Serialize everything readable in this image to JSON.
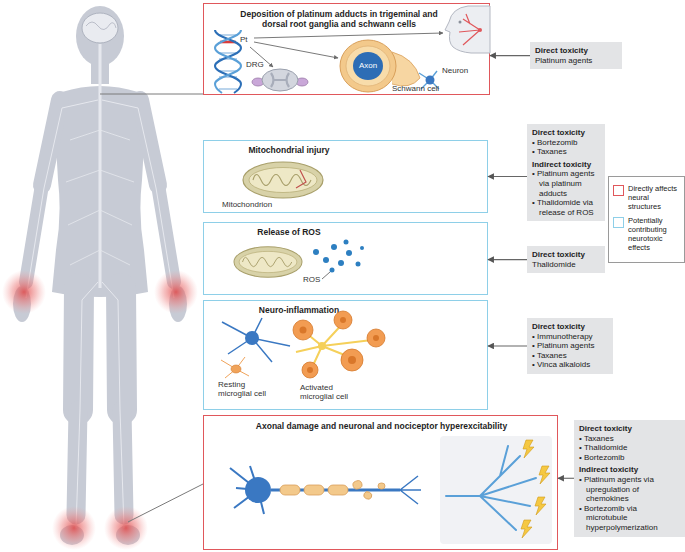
{
  "diagram": {
    "nodes": [
      {
        "text": [
          "Deposition of platinum adducts in trigeminal and dorsal root ganglia and schwann cells"
        ]
      },
      {
        "text": [
          "Direct toxicity",
          "Platinum agents"
        ]
      },
      {
        "text": [
          "Mitochondrial injury"
        ]
      },
      {
        "text": [
          "Direct toxicity",
          "• Bortezomib",
          "• Taxanes",
          "Indirect toxicity",
          "• Platinum agents via platinum adducts",
          "• Thalidomide via release of ROS"
        ]
      },
      {
        "text": [
          "Release of ROS"
        ]
      },
      {
        "text": [
          "Direct toxicity",
          "Thalidomide"
        ]
      },
      {
        "text": [
          "Neuro-inflammation"
        ]
      },
      {
        "text": [
          "Direct toxicity",
          "• Immunotherapy",
          "• Platinum agents",
          "• Taxanes",
          "• Vinca alkaloids"
        ]
      },
      {
        "text": [
          "Axonal damage and neuronal and nociceptor hyperexcitability"
        ]
      },
      {
        "text": [
          "Direct toxicity",
          "• Taxanes",
          "• Thalidomide",
          "• Bortezomib",
          "Indirect toxicity",
          "• Platinum agents via upregulation of chemokines",
          "• Bortezomib via microtubule hyperpolymerization"
        ]
      }
    ],
    "edges": [
      {
        "from": 1,
        "to": 0,
        "arrow": "to"
      },
      {
        "from": 3,
        "to": 2,
        "arrow": "to"
      },
      {
        "from": 5,
        "to": 4,
        "arrow": "to"
      },
      {
        "from": 7,
        "to": 6,
        "arrow": "to"
      },
      {
        "from": 9,
        "to": 8,
        "arrow": "to"
      }
    ],
    "labels": [
      "Pt",
      "DRG",
      "Axon",
      "Schwann cell",
      "Neuron",
      "Mitochondrion",
      "ROS",
      "Resting microglial cell",
      "Activated microglial cell"
    ],
    "legend": [
      {
        "text": "Directly affects neural structures",
        "color": "#e0575b"
      },
      {
        "text": "Potentially contributing neurotoxic effects",
        "color": "#8ecfe8"
      }
    ]
  }
}
